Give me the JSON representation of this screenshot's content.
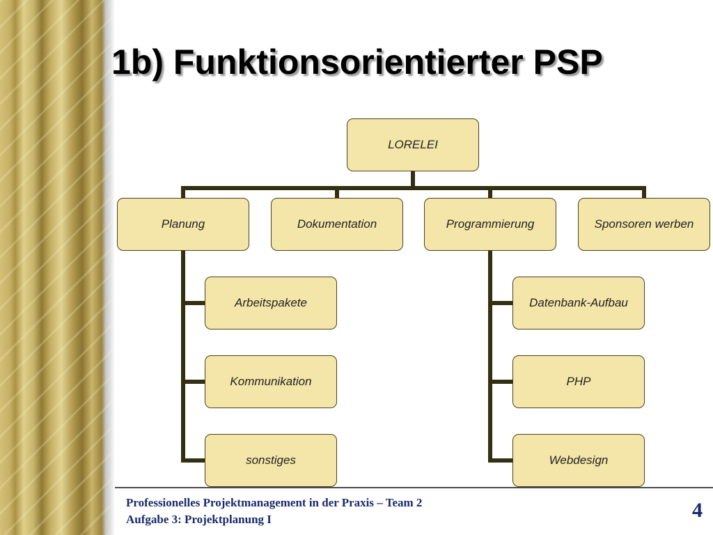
{
  "slide": {
    "title": "1b) Funktionsorientierter PSP",
    "page_number": "4"
  },
  "tree": {
    "root": "LORELEI",
    "level1": [
      "Planung",
      "Dokumentation",
      "Programmierung",
      "Sponsoren werben"
    ],
    "planung_children": [
      "Arbeitspakete",
      "Kommunikation",
      "sonstiges"
    ],
    "programmierung_children": [
      "Datenbank-Aufbau",
      "PHP",
      "Webdesign"
    ]
  },
  "footer": {
    "line1": "Professionelles Projektmanagement in der Praxis – Team 2",
    "line2": "Aufgabe 3: Projektplanung I"
  },
  "colors": {
    "node_fill": "#f4e5a8",
    "connector": "#332f12",
    "footer_text": "#1a2a6a"
  }
}
